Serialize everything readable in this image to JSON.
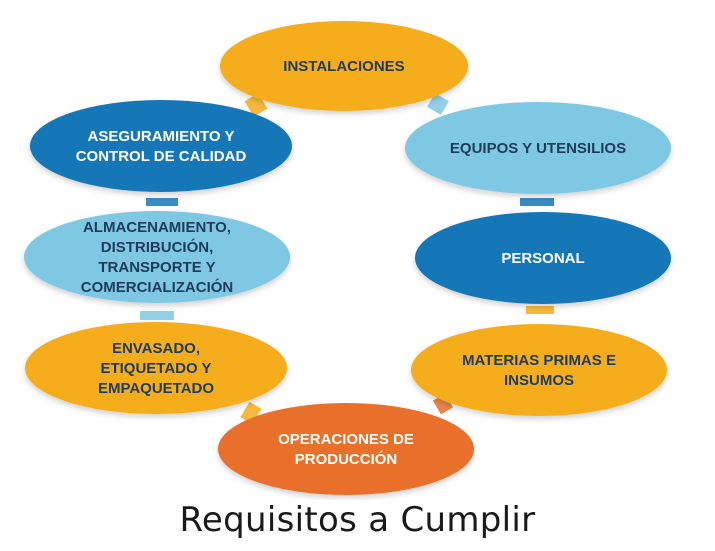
{
  "title": "Requisitos a Cumplir",
  "colors": {
    "orange": "#f6ad1b",
    "light_blue": "#7ec8e3",
    "dark_blue": "#1577b8",
    "deep_orange": "#e8702a"
  },
  "nodes": [
    {
      "id": "instalaciones",
      "color": "orange",
      "lines": [
        "INSTALACIONES"
      ]
    },
    {
      "id": "equipos-y-utensilios",
      "color": "light_blue",
      "lines": [
        "EQUIPOS Y UTENSILIOS"
      ]
    },
    {
      "id": "personal",
      "color": "dark_blue",
      "lines": [
        "PERSONAL"
      ]
    },
    {
      "id": "materias-primas-e-insumos",
      "color": "orange",
      "lines": [
        "MATERIAS PRIMAS E",
        "INSUMOS"
      ]
    },
    {
      "id": "operaciones-de-produccion",
      "color": "deep_orange",
      "lines": [
        "OPERACIONES DE",
        "PRODUCCIÓN"
      ]
    },
    {
      "id": "envasado-etiquetado-y-empaquetado",
      "color": "orange",
      "lines": [
        "ENVASADO,",
        "ETIQUETADO Y",
        "EMPAQUETADO"
      ]
    },
    {
      "id": "almacenamiento-distribucion-transporte-y-comercializacion",
      "color": "light_blue",
      "lines": [
        "ALMACENAMIENTO,",
        "DISTRIBUCIÓN,",
        "TRANSPORTE Y",
        "COMERCIALIZACIÓN"
      ]
    },
    {
      "id": "aseguramiento-y-control-de-calidad",
      "color": "dark_blue",
      "lines": [
        "ASEGURAMIENTO Y",
        "CONTROL DE CALIDAD"
      ]
    }
  ]
}
